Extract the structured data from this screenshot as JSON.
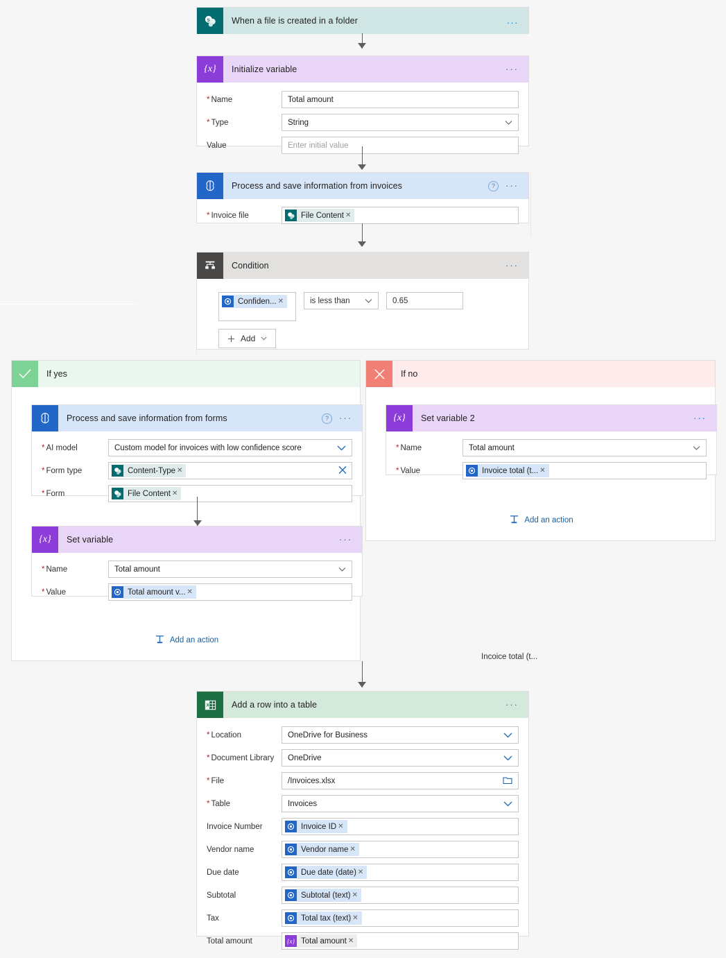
{
  "flow": {
    "trigger": {
      "title": "When a file is created in a folder",
      "icon": "sharepoint-icon",
      "more_label": "..."
    },
    "initialize_variable": {
      "title": "Initialize variable",
      "icon": "variable-icon",
      "fields": [
        {
          "label": "Name",
          "required": true,
          "value": "Total amount",
          "type": "text"
        },
        {
          "label": "Type",
          "required": true,
          "value": "String",
          "type": "dropdown"
        },
        {
          "label": "Value",
          "required": false,
          "value": "",
          "placeholder": "Enter initial value",
          "type": "text"
        }
      ]
    },
    "process_invoices": {
      "title": "Process and save information from invoices",
      "icon": "ai-builder-icon",
      "help_label": "?",
      "fields": [
        {
          "label": "Invoice file",
          "required": true,
          "token": "File Content",
          "token_kind": "sharepoint"
        }
      ]
    },
    "condition": {
      "title": "Condition",
      "icon": "condition-icon",
      "token": "Confiden...",
      "token_kind": "ai",
      "operator": "is less than",
      "compare_value": "0.65",
      "add_label": "Add"
    },
    "if_yes": {
      "label": "If yes",
      "icon": "checkmark-icon",
      "process_forms": {
        "title": "Process and save information from  forms",
        "icon": "ai-builder-icon",
        "help_label": "?",
        "fields": [
          {
            "label": "AI model",
            "required": true,
            "value": "Custom model for invoices with low confidence score",
            "type": "dropdown"
          },
          {
            "label": "Form type",
            "required": true,
            "token": "Content-Type",
            "token_kind": "sharepoint",
            "type": "token",
            "clear": true
          },
          {
            "label": "Form",
            "required": true,
            "token": "File Content",
            "token_kind": "sharepoint",
            "type": "token"
          }
        ]
      },
      "set_variable": {
        "title": "Set variable",
        "icon": "variable-icon",
        "fields": [
          {
            "label": "Name",
            "required": true,
            "value": "Total amount",
            "type": "dropdown"
          },
          {
            "label": "Value",
            "required": true,
            "token": "Total amount v...",
            "token_kind": "ai",
            "type": "token"
          }
        ]
      },
      "add_action_label": "Add an action"
    },
    "if_no": {
      "label": "If no",
      "icon": "close-icon",
      "set_variable_2": {
        "title": "Set variable 2",
        "icon": "variable-icon",
        "fields": [
          {
            "label": "Name",
            "required": true,
            "value": "Total amount",
            "type": "dropdown"
          },
          {
            "label": "Value",
            "required": true,
            "token": "Invoice total (t...",
            "token_kind": "ai",
            "type": "token"
          }
        ]
      },
      "add_action_label": "Add an action"
    },
    "floating_label": "Incoice total (t...",
    "add_row": {
      "title": "Add a row into a table",
      "icon": "excel-icon",
      "fields": [
        {
          "label": "Location",
          "required": true,
          "value": "OneDrive for Business",
          "type": "dropdown"
        },
        {
          "label": "Document Library",
          "required": true,
          "value": "OneDrive",
          "type": "dropdown"
        },
        {
          "label": "File",
          "required": true,
          "value": "/Invoices.xlsx",
          "type": "file"
        },
        {
          "label": "Table",
          "required": true,
          "value": "Invoices",
          "type": "dropdown"
        },
        {
          "label": "Invoice Number",
          "required": false,
          "token": "Invoice ID",
          "token_kind": "ai",
          "type": "token"
        },
        {
          "label": "Vendor name",
          "required": false,
          "token": "Vendor name",
          "token_kind": "ai",
          "type": "token"
        },
        {
          "label": "Due date",
          "required": false,
          "token": "Due date (date)",
          "token_kind": "ai",
          "type": "token"
        },
        {
          "label": "Subtotal",
          "required": false,
          "token": "Subtotal (text)",
          "token_kind": "ai",
          "type": "token"
        },
        {
          "label": "Tax",
          "required": false,
          "token": "Total tax (text)",
          "token_kind": "ai",
          "type": "token"
        },
        {
          "label": "Total amount",
          "required": false,
          "token": "Total amount",
          "token_kind": "variable",
          "type": "token"
        }
      ]
    }
  },
  "colors": {
    "sharepoint": "#036C70",
    "variable": "#8C3CD8",
    "ai_builder": "#2266C8",
    "condition": "#4A4846",
    "excel": "#1D7044",
    "yes_green": "#7DD396",
    "no_red": "#F08075",
    "link_blue": "#0F62AB",
    "required_red": "#A4262C"
  }
}
